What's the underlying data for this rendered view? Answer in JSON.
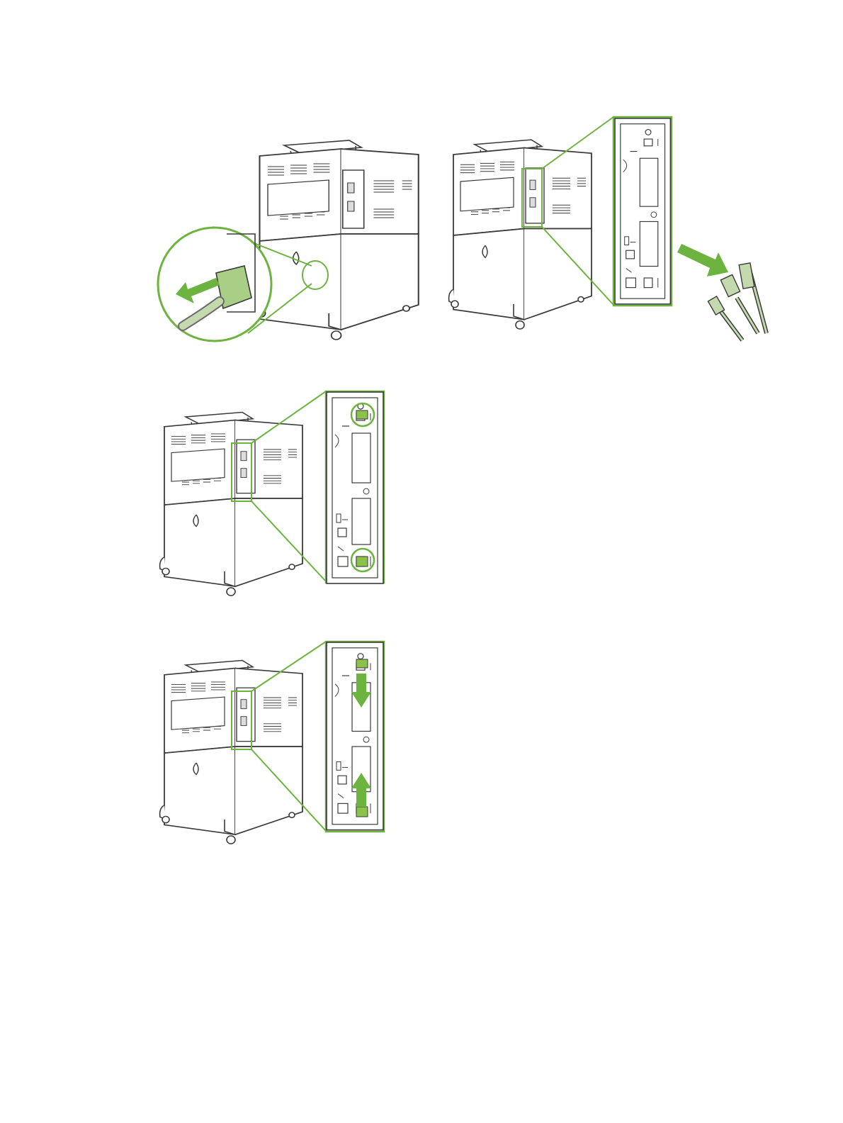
{
  "page": {
    "background": "#ffffff"
  },
  "colors": {
    "accent_green": "#6db33f",
    "accent_green_fill": "#8bc34a",
    "line_art": "#3a3a3a",
    "light_fill": "#f4f4f4"
  },
  "illustrations": [
    {
      "id": "unplug-power-cord",
      "icons": [
        "printer-rear-icon",
        "power-cord-icon",
        "remove-arrow-icon"
      ]
    },
    {
      "id": "disconnect-interface-cables",
      "icons": [
        "printer-rear-icon",
        "formatter-panel-icon",
        "usb-cable-icon",
        "network-cable-icon",
        "remove-arrow-icon"
      ]
    },
    {
      "id": "locate-formatter-thumbscrews",
      "icons": [
        "printer-rear-icon",
        "formatter-panel-icon",
        "thumbscrew-highlight-icon"
      ]
    },
    {
      "id": "slide-formatter-tabs",
      "icons": [
        "printer-rear-icon",
        "formatter-panel-icon",
        "slide-down-arrow-icon",
        "slide-up-arrow-icon"
      ]
    }
  ]
}
